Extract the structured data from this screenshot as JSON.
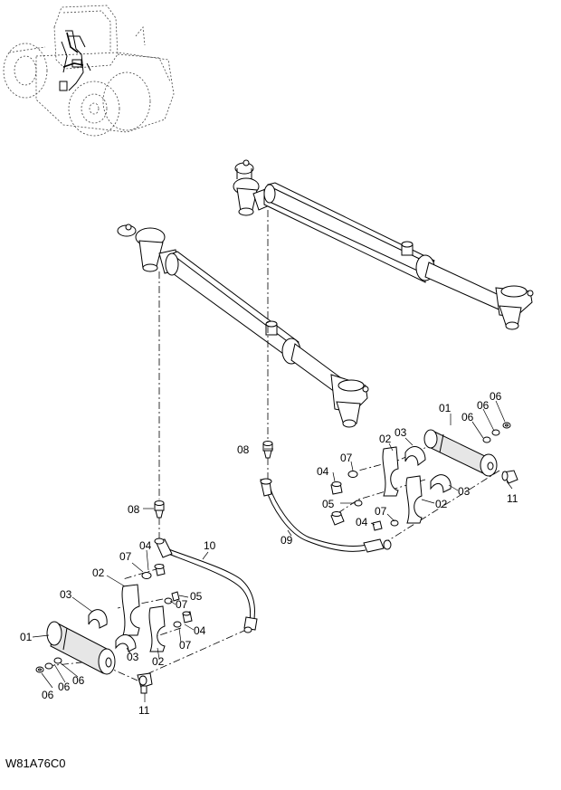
{
  "diagram": {
    "code": "W81A76C0",
    "labels": {
      "l01_right": "01",
      "l06_r1": "06",
      "l06_r2": "06",
      "l06_r3": "06",
      "l02_r1": "02",
      "l03_r1": "03",
      "l07_r1": "07",
      "l04_r1": "04",
      "l08_r": "08",
      "l03_r2": "03",
      "l02_r2": "02",
      "l05_r": "05",
      "l04_r2": "04",
      "l07_r2": "07",
      "l09": "09",
      "l11_r": "11",
      "l08_l": "08",
      "l10": "10",
      "l04_l1": "04",
      "l07_l1": "07",
      "l02_l1": "02",
      "l03_l1": "03",
      "l07_l2": "07",
      "l05_l": "05",
      "l04_l2": "04",
      "l01_left": "01",
      "l07_l3": "07",
      "l03_l2": "03",
      "l02_l2": "02",
      "l06_l1": "06",
      "l06_l2": "06",
      "l06_l3": "06",
      "l11_l": "11"
    }
  }
}
